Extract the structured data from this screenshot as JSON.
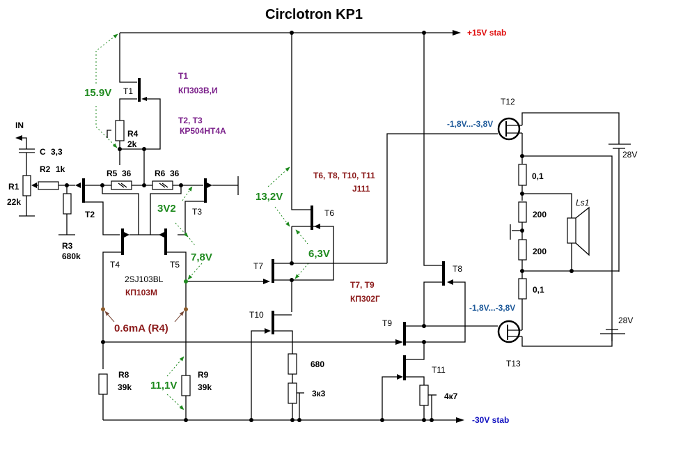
{
  "title": "Circlotron KP1",
  "colors": {
    "measurement": "#1f8a1f",
    "part_note": "#7a1f8a",
    "part_note_alt": "#8b1a1a",
    "current_marker": "#8b5a2b",
    "supply_pos": "#e01010",
    "supply_neg": "#1010c0",
    "gate_bias": "#1f5a9a"
  },
  "supplies": {
    "positive": "+15V stab",
    "negative": "-30V stab"
  },
  "input": {
    "label": "IN"
  },
  "components": {
    "C": {
      "name": "C",
      "value": "3,3"
    },
    "R1": {
      "name": "R1",
      "value": "22k"
    },
    "R2": {
      "name": "R2",
      "value": "1k"
    },
    "R3": {
      "name": "R3",
      "value": "680k"
    },
    "R4": {
      "name": "R4",
      "value": "2k"
    },
    "R5": {
      "name": "R5",
      "value": "36"
    },
    "R6": {
      "name": "R6",
      "value": "36"
    },
    "R8": {
      "name": "R8",
      "value": "39k"
    },
    "R9": {
      "name": "R9",
      "value": "39k"
    },
    "R680": {
      "value": "680"
    },
    "R3k3": {
      "value": "3к3"
    },
    "R4k7": {
      "value": "4к7"
    },
    "Rs_top": {
      "value": "0,1"
    },
    "Rs_bot": {
      "value": "0,1"
    },
    "Rd_top": {
      "value": "200"
    },
    "Rd_bot": {
      "value": "200"
    },
    "speaker": {
      "name": "Ls1"
    },
    "battery_top": {
      "value": "28V"
    },
    "battery_bot": {
      "value": "28V"
    }
  },
  "transistors": {
    "T1": "T1",
    "T2": "T2",
    "T3": "T3",
    "T4": "T4",
    "T5": "T5",
    "T6": "T6",
    "T7": "T7",
    "T8": "T8",
    "T9": "T9",
    "T10": "T10",
    "T11": "T11",
    "T12": "T12",
    "T13": "T13"
  },
  "notes": {
    "t1_title": "T1",
    "t1_part": "КП303В,И",
    "t23_title": "T2, T3",
    "t23_part": "КР504НТ4А",
    "t45_part_a": "2SJ103BL",
    "t45_part_b": "КП103М",
    "jfet_title": "T6, T8, T10, T11",
    "jfet_part": "J111",
    "t79_title": "T7, T9",
    "t79_part": "КП302Г"
  },
  "measurements": {
    "v1": "15.9V",
    "v2": "3V2",
    "v3": "7,8V",
    "v4": "13,2V",
    "v5": "6,3V",
    "v6": "11,1V",
    "current": "0.6mA (R4)",
    "bias_top": "-1,8V...-3,8V",
    "bias_bot": "-1,8V...-3,8V"
  }
}
